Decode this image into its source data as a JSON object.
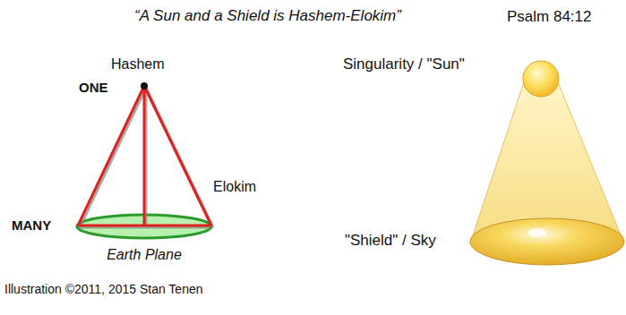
{
  "diagram": {
    "title": "“A Sun and a Shield is Hashem-Elokim”",
    "caption": "Illustration ©2011, 2015 Stan Tenen",
    "labels": [
      "Psalm 84:12",
      "Hashem",
      "ONE",
      "Elokim",
      "MANY",
      "Earth Plane",
      "Singularity / \"Sun\"",
      "\"Shield\" / Sky"
    ]
  }
}
